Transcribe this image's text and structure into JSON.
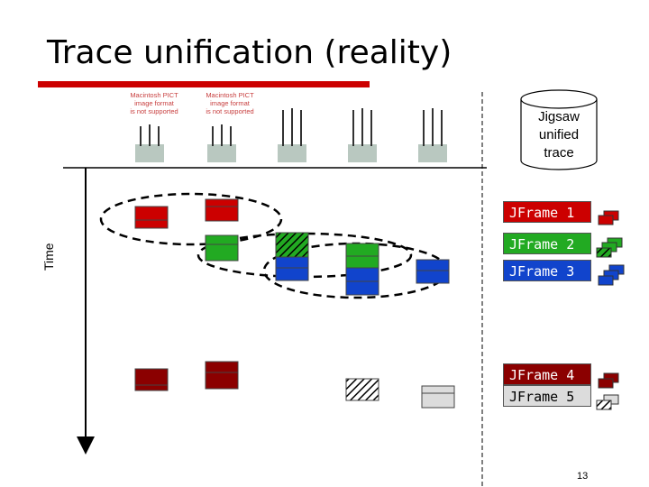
{
  "slide": {
    "title": "Trace unification (reality)",
    "page_number": "13"
  },
  "colors": {
    "accent_bar": "#cc0000",
    "jframe1": "#cc0000",
    "jframe2": "#22aa22",
    "jframe3": "#1144cc",
    "jframe4": "#8b0000",
    "jframe5": "#dcdcdc"
  },
  "missing_image_text": [
    "Macintosh PICT",
    "image format",
    "is not supported"
  ],
  "jigsaw": {
    "lines": [
      "Jigsaw",
      "unified",
      "trace"
    ]
  },
  "axis": {
    "label": "Time"
  },
  "legend": [
    {
      "label": "JFrame 1"
    },
    {
      "label": "JFrame 2"
    },
    {
      "label": "JFrame 3"
    },
    {
      "label": "JFrame 4"
    },
    {
      "label": "JFrame 5"
    }
  ]
}
